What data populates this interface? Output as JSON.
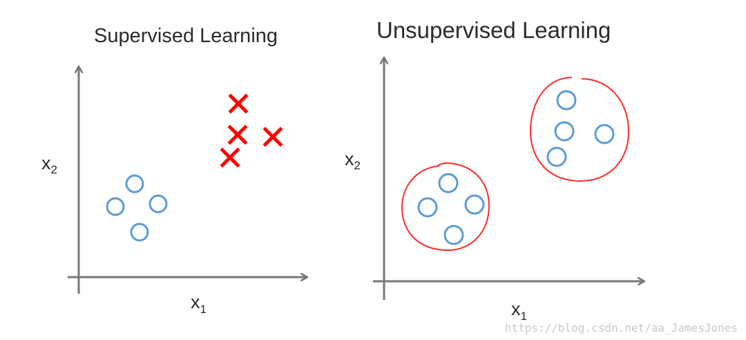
{
  "left_panel": {
    "title": "Supervised Learning",
    "x_label": "x",
    "x_sub": "1",
    "y_label": "x",
    "y_sub": "2",
    "circle_color": "#5b9bd5",
    "cross_color": "#ff0000"
  },
  "right_panel": {
    "title": "Unsupervised Learning",
    "x_label": "x",
    "x_sub": "1",
    "y_label": "x",
    "y_sub": "2",
    "circle_color": "#5b9bd5",
    "cluster_outline_color": "#ff2a2a"
  },
  "watermark": "https://blog.csdn.net/aa_JamesJones"
}
